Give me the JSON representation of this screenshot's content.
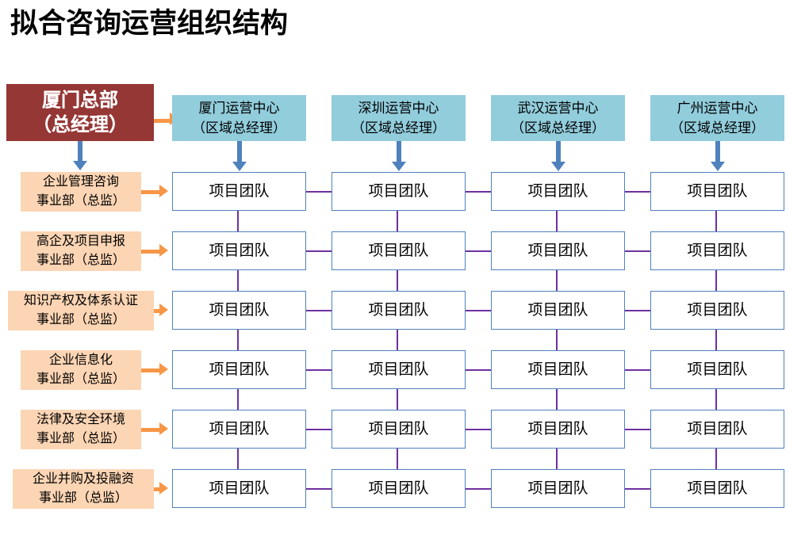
{
  "page": {
    "title": "拟合咨询运营组织结构"
  },
  "colors": {
    "headquarters_fill": "#953735",
    "headquarters_text": "#FFFFFF",
    "region_fill": "#92CDDC",
    "department_fill": "#FCD5B4",
    "team_border": "#4F81BD",
    "team_fill": "#FFFFFF",
    "link_purple": "#7030A0",
    "arrow_blue": "#4F81BD",
    "arrow_orange": "#F79646",
    "background": "#FFFFFF"
  },
  "headquarters": {
    "line1": "厦门总部",
    "line2": "（总经理）"
  },
  "regions": [
    {
      "line1": "厦门运营中心",
      "line2": "（区域总经理）"
    },
    {
      "line1": "深圳运营中心",
      "line2": "（区域总经理）"
    },
    {
      "line1": "武汉运营中心",
      "line2": "（区域总经理）"
    },
    {
      "line1": "广州运营中心",
      "line2": "（区域总经理）"
    }
  ],
  "departments": [
    {
      "line1": "企业管理咨询",
      "line2": "事业部（总监）"
    },
    {
      "line1": "高企及项目申报",
      "line2": "事业部（总监）"
    },
    {
      "line1": "知识产权及体系认证",
      "line2": "事业部（总监）"
    },
    {
      "line1": "企业信息化",
      "line2": "事业部（总监）"
    },
    {
      "line1": "法律及安全环境",
      "line2": "事业部（总监）"
    },
    {
      "line1": "企业并购及投融资",
      "line2": "事业部（总监）"
    }
  ],
  "team_label": "项目团队",
  "grid": {
    "rows": 6,
    "columns": 4
  },
  "icons": {
    "down_arrow": "down-arrow-icon",
    "right_arrow": "right-arrow-icon"
  }
}
